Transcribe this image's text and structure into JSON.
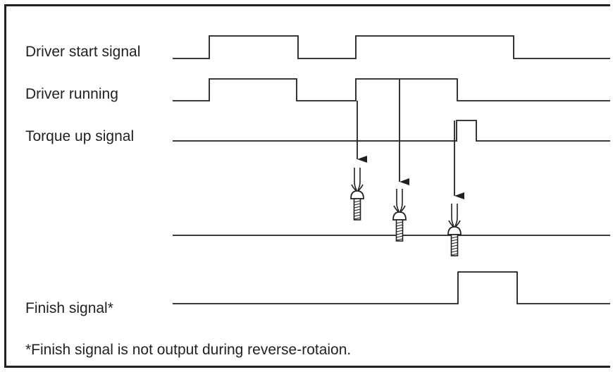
{
  "signals": [
    {
      "label": "Driver start signal"
    },
    {
      "label": "Driver running"
    },
    {
      "label": "Torque up signal"
    },
    {
      "label": "Finish signal*"
    }
  ],
  "footnote": "*Finish signal is not output during reverse-rotaion.",
  "colors": {
    "line": "#231f20",
    "background": "#ffffff"
  },
  "icons": [
    "screwdriver-screw-icon",
    "screwdriver-screw-icon",
    "screwdriver-screw-icon"
  ]
}
